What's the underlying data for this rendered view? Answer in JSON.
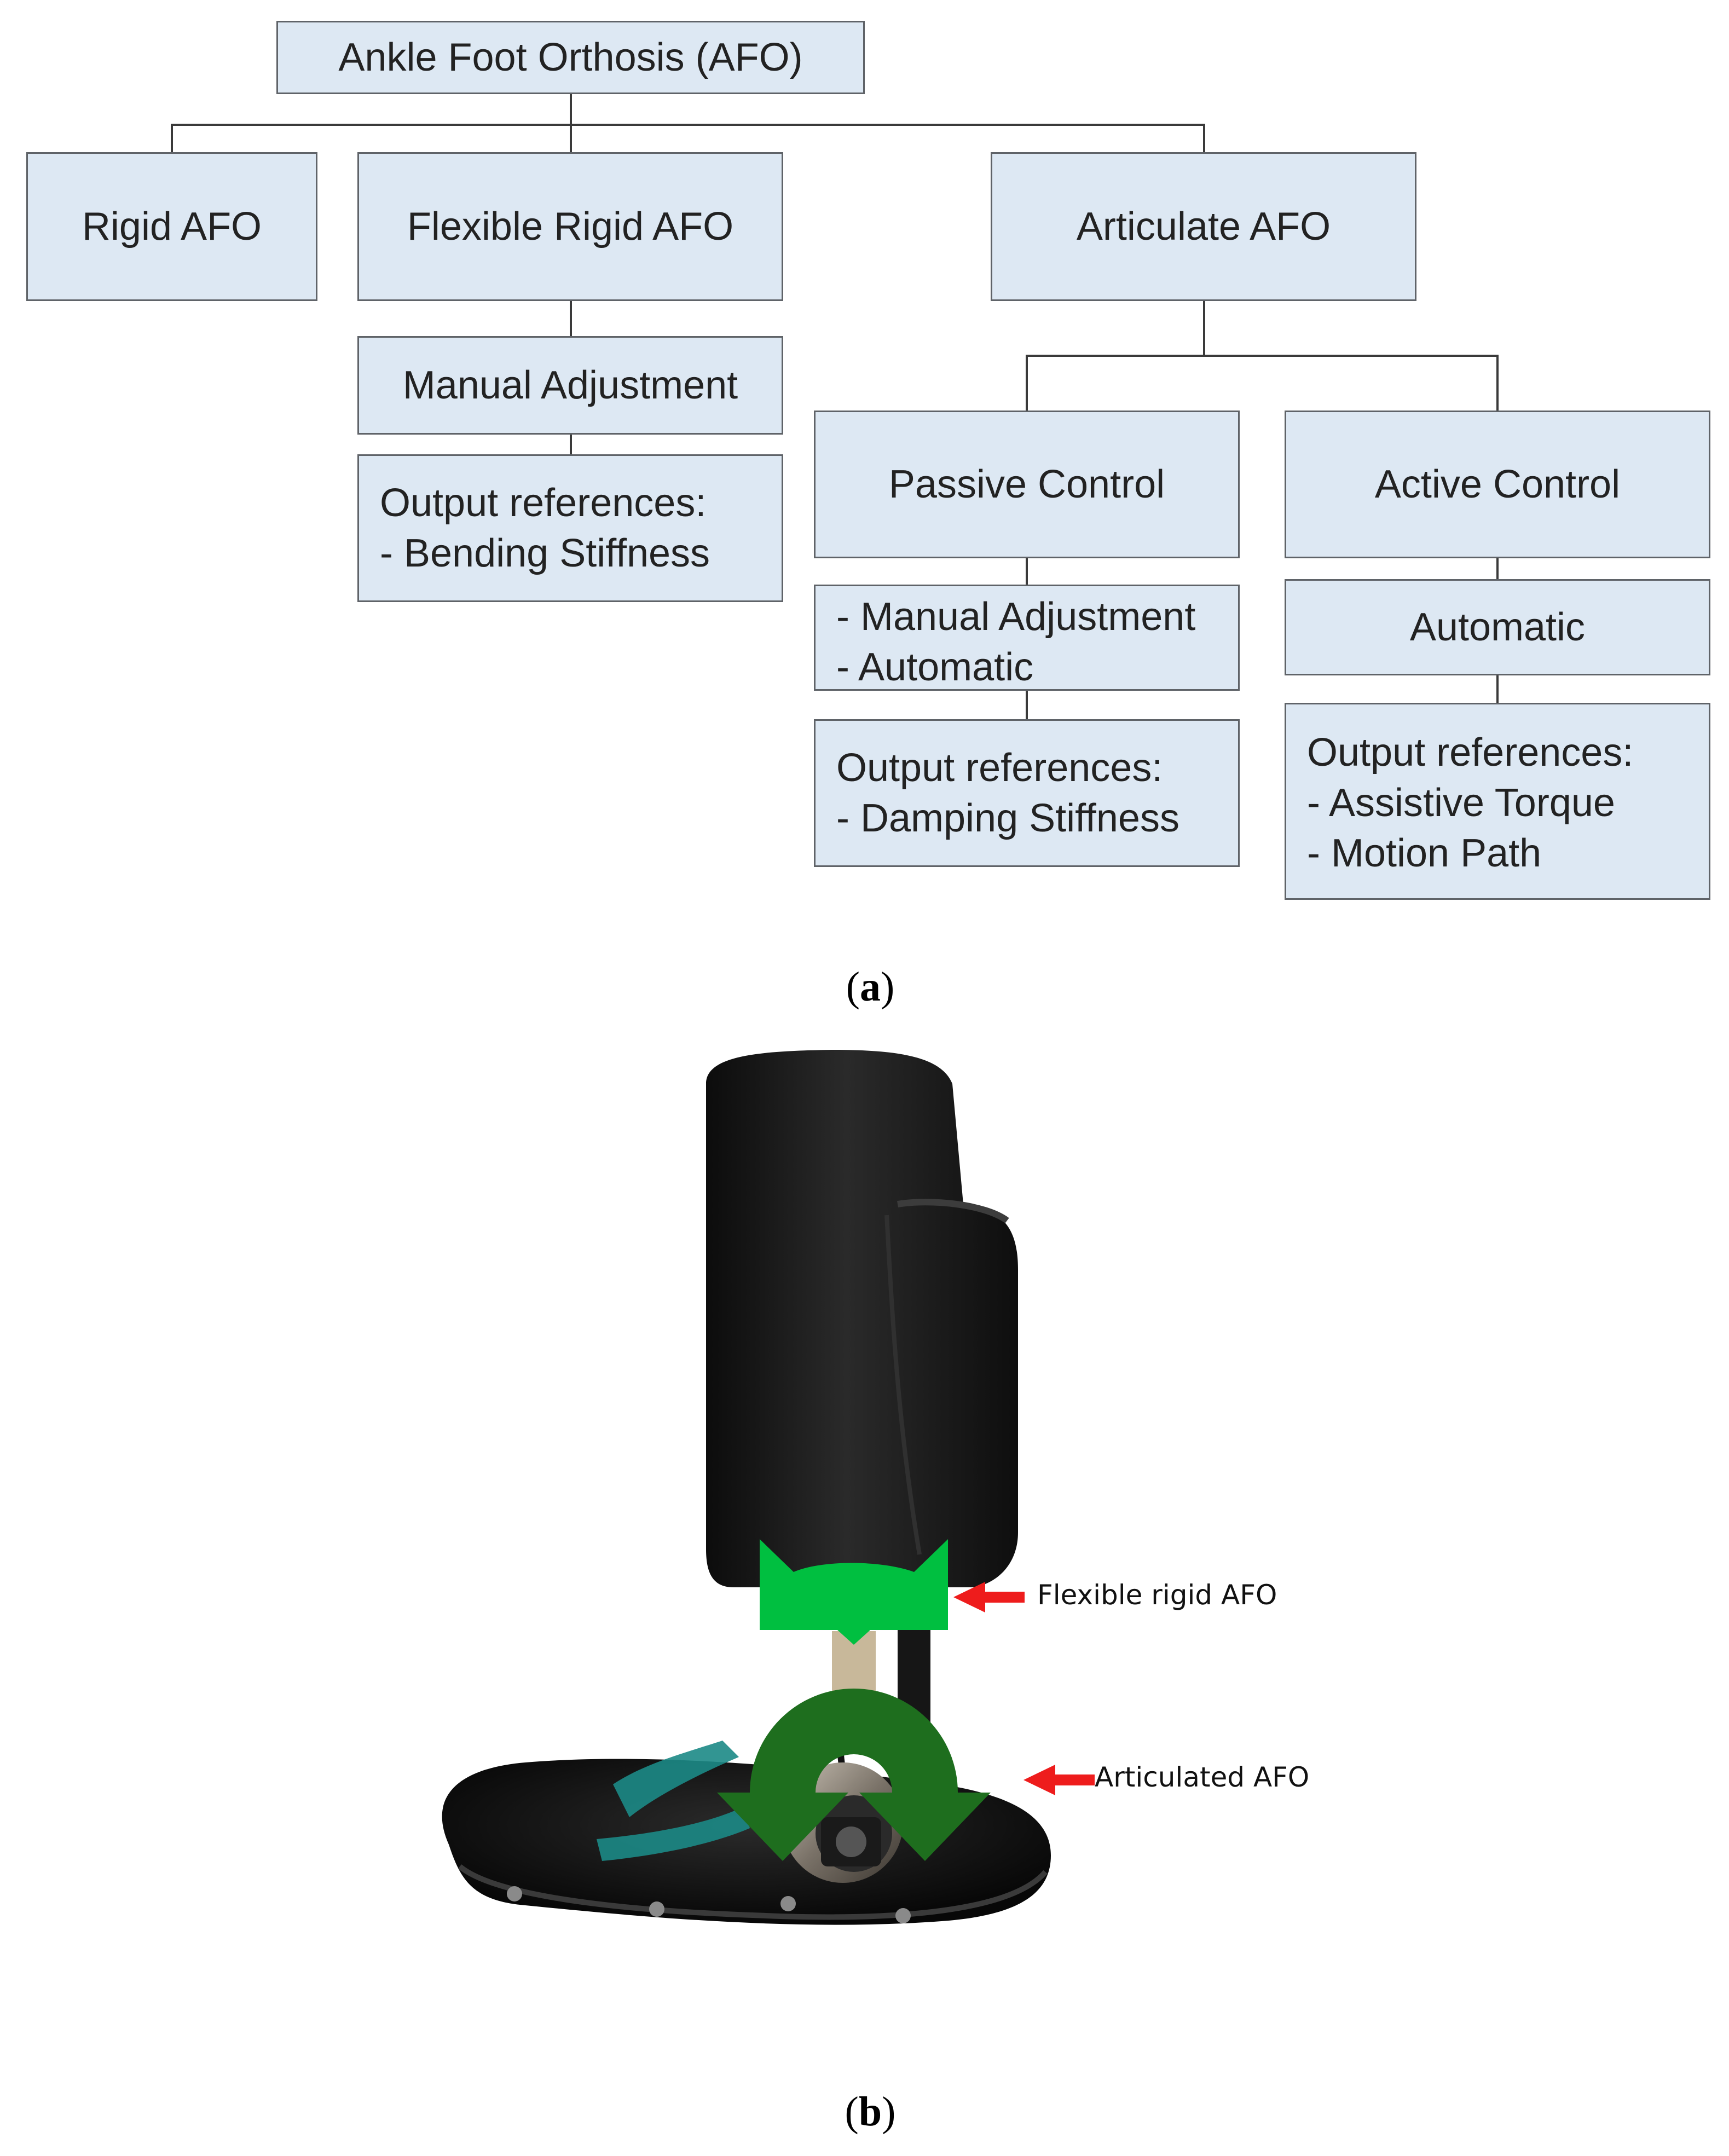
{
  "diagram": {
    "root": "Ankle Foot Orthosis (AFO)",
    "rigid": "Rigid AFO",
    "flexible": "Flexible Rigid AFO",
    "articulate": "Articulate AFO",
    "flex_manual": "Manual Adjustment",
    "flex_output": {
      "title": "Output references:",
      "items": [
        "- Bending Stiffness"
      ]
    },
    "passive": "Passive Control",
    "active": "Active Control",
    "passive_modes": [
      "- Manual Adjustment",
      "- Automatic"
    ],
    "passive_output": {
      "title": "Output references:",
      "items": [
        "- Damping Stiffness"
      ]
    },
    "active_mode": "Automatic",
    "active_output": {
      "title": "Output references:",
      "items": [
        "- Assistive Torque",
        "- Motion Path"
      ]
    }
  },
  "captions": {
    "a": "a",
    "b": "b"
  },
  "photo": {
    "labels": {
      "flexible": "Flexible rigid AFO",
      "articulated": "Articulated AFO"
    },
    "colors": {
      "flexible_marker": "#00bf40",
      "articulated_arrow": "#1e6e1e",
      "pointer": "#ee1c1c"
    }
  }
}
